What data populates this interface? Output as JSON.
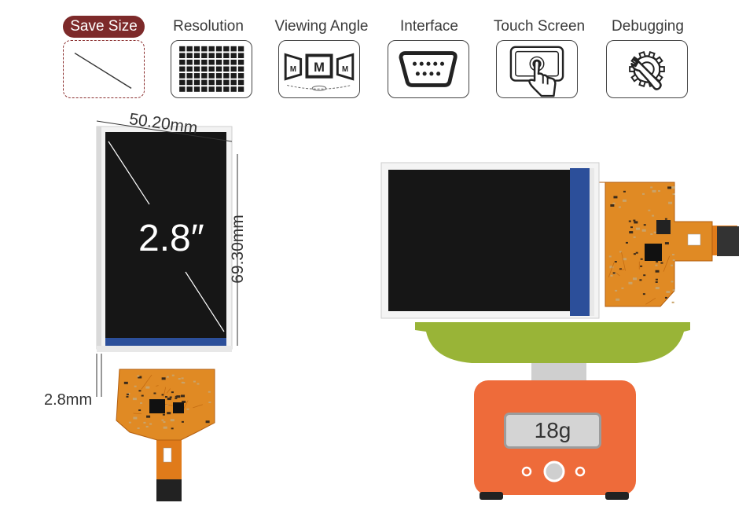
{
  "tabs": [
    {
      "label": "Save Size",
      "icon": "diagonal-line-icon",
      "active": true
    },
    {
      "label": "Resolution",
      "icon": "pixel-grid-icon",
      "active": false
    },
    {
      "label": "Viewing Angle",
      "icon": "viewing-angle-icon",
      "active": false
    },
    {
      "label": "Interface",
      "icon": "serial-connector-icon",
      "active": false
    },
    {
      "label": "Touch Screen",
      "icon": "touch-hand-icon",
      "active": false
    },
    {
      "label": "Debugging",
      "icon": "gear-wrench-icon",
      "active": false
    }
  ],
  "viewing_angle_letter": "M",
  "product": {
    "diagonal": "2.8″",
    "width_dim": "50.20mm",
    "height_dim": "69.30mm",
    "thickness_dim": "2.8mm"
  },
  "scale": {
    "weight": "18g"
  },
  "colors": {
    "accent": "#7d2a2a",
    "fpc_orange": "#e07b1a",
    "scale_orange": "#ee6b3a",
    "scale_green": "#99b437"
  }
}
